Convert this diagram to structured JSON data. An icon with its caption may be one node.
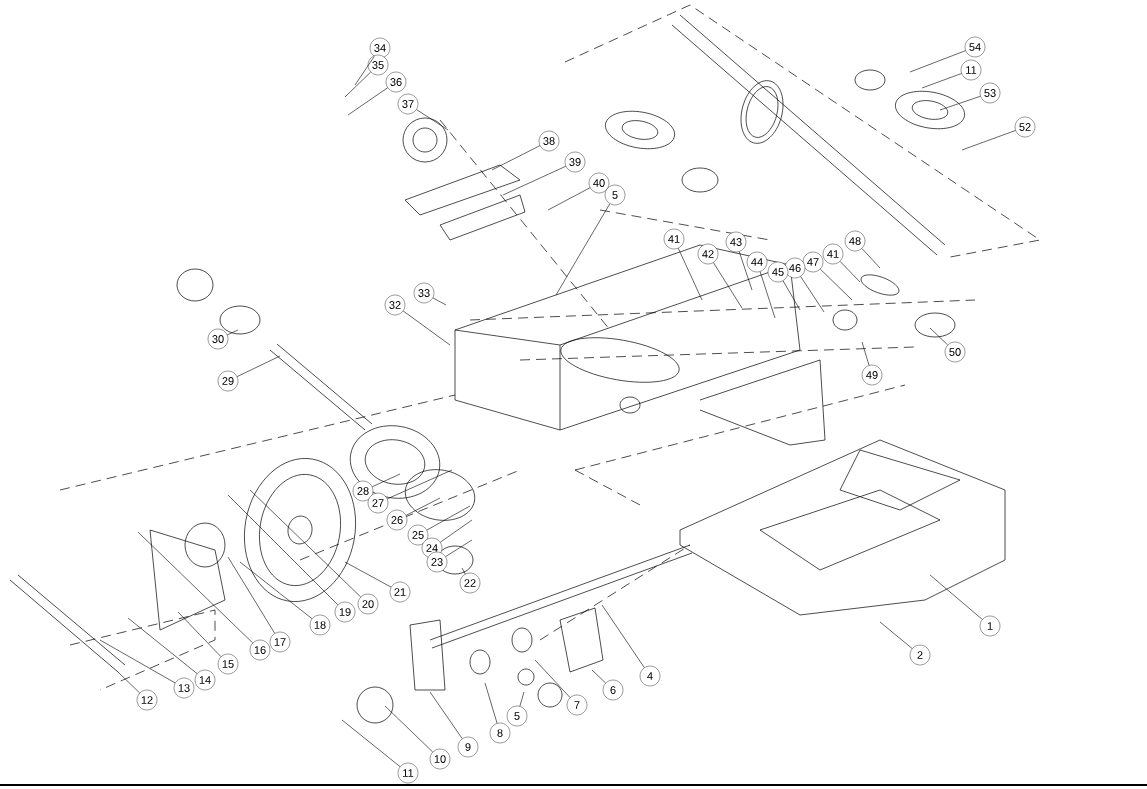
{
  "diagram": {
    "nodes": [
      {
        "text": [
          "34"
        ]
      },
      {
        "text": [
          "35"
        ]
      },
      {
        "text": [
          "36"
        ]
      },
      {
        "text": [
          "54"
        ]
      },
      {
        "text": [
          "11"
        ]
      },
      {
        "text": [
          "53"
        ]
      },
      {
        "text": [
          "37"
        ]
      },
      {
        "text": [
          "52"
        ]
      },
      {
        "text": [
          "38"
        ]
      },
      {
        "text": [
          "39"
        ]
      },
      {
        "text": [
          "40"
        ]
      },
      {
        "text": [
          "5"
        ]
      },
      {
        "text": [
          "41"
        ]
      },
      {
        "text": [
          "48"
        ]
      },
      {
        "text": [
          "43"
        ]
      },
      {
        "text": [
          "42"
        ]
      },
      {
        "text": [
          "47"
        ]
      },
      {
        "text": [
          "41"
        ]
      },
      {
        "text": [
          "46"
        ]
      },
      {
        "text": [
          "44"
        ]
      },
      {
        "text": [
          "45"
        ]
      },
      {
        "text": [
          "33"
        ]
      },
      {
        "text": [
          "32"
        ]
      },
      {
        "text": [
          "30"
        ]
      },
      {
        "text": [
          "50"
        ]
      },
      {
        "text": [
          "49"
        ]
      },
      {
        "text": [
          "29"
        ]
      },
      {
        "text": [
          "28"
        ]
      },
      {
        "text": [
          "27"
        ]
      },
      {
        "text": [
          "26"
        ]
      },
      {
        "text": [
          "25"
        ]
      },
      {
        "text": [
          "24"
        ]
      },
      {
        "text": [
          "23"
        ]
      },
      {
        "text": [
          "22"
        ]
      },
      {
        "text": [
          "21"
        ]
      },
      {
        "text": [
          "20"
        ]
      },
      {
        "text": [
          "19"
        ]
      },
      {
        "text": [
          "18"
        ]
      },
      {
        "text": [
          "1"
        ]
      },
      {
        "text": [
          "17"
        ]
      },
      {
        "text": [
          "16"
        ]
      },
      {
        "text": [
          "15"
        ]
      },
      {
        "text": [
          "2"
        ]
      },
      {
        "text": [
          "14"
        ]
      },
      {
        "text": [
          "13"
        ]
      },
      {
        "text": [
          "4"
        ]
      },
      {
        "text": [
          "6"
        ]
      },
      {
        "text": [
          "12"
        ]
      },
      {
        "text": [
          "7"
        ]
      },
      {
        "text": [
          "5"
        ]
      },
      {
        "text": [
          "8"
        ]
      },
      {
        "text": [
          "9"
        ]
      },
      {
        "text": [
          "10"
        ]
      },
      {
        "text": [
          "11"
        ]
      }
    ],
    "edges": [
      {
        "from": 0,
        "to": null,
        "arrow": "none"
      },
      {
        "from": 1,
        "to": null,
        "arrow": "none"
      },
      {
        "from": 2,
        "to": null,
        "arrow": "none"
      },
      {
        "from": 3,
        "to": null,
        "arrow": "none"
      },
      {
        "from": 4,
        "to": null,
        "arrow": "none"
      },
      {
        "from": 5,
        "to": null,
        "arrow": "none"
      },
      {
        "from": 6,
        "to": null,
        "arrow": "none"
      },
      {
        "from": 7,
        "to": null,
        "arrow": "none"
      },
      {
        "from": 8,
        "to": null,
        "arrow": "none"
      },
      {
        "from": 9,
        "to": null,
        "arrow": "none"
      },
      {
        "from": 10,
        "to": null,
        "arrow": "none"
      },
      {
        "from": 11,
        "to": null,
        "arrow": "none"
      },
      {
        "from": 12,
        "to": null,
        "arrow": "none"
      },
      {
        "from": 13,
        "to": null,
        "arrow": "none"
      },
      {
        "from": 14,
        "to": null,
        "arrow": "none"
      },
      {
        "from": 15,
        "to": null,
        "arrow": "none"
      },
      {
        "from": 16,
        "to": null,
        "arrow": "none"
      },
      {
        "from": 17,
        "to": null,
        "arrow": "none"
      },
      {
        "from": 18,
        "to": null,
        "arrow": "none"
      },
      {
        "from": 19,
        "to": null,
        "arrow": "none"
      },
      {
        "from": 20,
        "to": null,
        "arrow": "none"
      },
      {
        "from": 21,
        "to": null,
        "arrow": "none"
      },
      {
        "from": 22,
        "to": null,
        "arrow": "none"
      },
      {
        "from": 23,
        "to": null,
        "arrow": "none"
      },
      {
        "from": 24,
        "to": null,
        "arrow": "none"
      },
      {
        "from": 25,
        "to": null,
        "arrow": "none"
      },
      {
        "from": 26,
        "to": null,
        "arrow": "none"
      },
      {
        "from": 27,
        "to": null,
        "arrow": "none"
      },
      {
        "from": 28,
        "to": null,
        "arrow": "none"
      },
      {
        "from": 29,
        "to": null,
        "arrow": "none"
      },
      {
        "from": 30,
        "to": null,
        "arrow": "none"
      },
      {
        "from": 31,
        "to": null,
        "arrow": "none"
      },
      {
        "from": 32,
        "to": null,
        "arrow": "none"
      },
      {
        "from": 33,
        "to": null,
        "arrow": "none"
      },
      {
        "from": 34,
        "to": null,
        "arrow": "none"
      },
      {
        "from": 35,
        "to": null,
        "arrow": "none"
      },
      {
        "from": 36,
        "to": null,
        "arrow": "none"
      },
      {
        "from": 37,
        "to": null,
        "arrow": "none"
      },
      {
        "from": 38,
        "to": null,
        "arrow": "none"
      },
      {
        "from": 39,
        "to": null,
        "arrow": "none"
      },
      {
        "from": 40,
        "to": null,
        "arrow": "none"
      },
      {
        "from": 41,
        "to": null,
        "arrow": "none"
      },
      {
        "from": 42,
        "to": null,
        "arrow": "none"
      },
      {
        "from": 43,
        "to": null,
        "arrow": "none"
      },
      {
        "from": 44,
        "to": null,
        "arrow": "none"
      },
      {
        "from": 45,
        "to": null,
        "arrow": "none"
      },
      {
        "from": 46,
        "to": null,
        "arrow": "none"
      },
      {
        "from": 47,
        "to": null,
        "arrow": "none"
      },
      {
        "from": 48,
        "to": null,
        "arrow": "none"
      },
      {
        "from": 49,
        "to": null,
        "arrow": "none"
      },
      {
        "from": 50,
        "to": null,
        "arrow": "none"
      },
      {
        "from": 51,
        "to": null,
        "arrow": "none"
      },
      {
        "from": 52,
        "to": null,
        "arrow": "none"
      },
      {
        "from": 53,
        "to": null,
        "arrow": "none"
      }
    ]
  }
}
